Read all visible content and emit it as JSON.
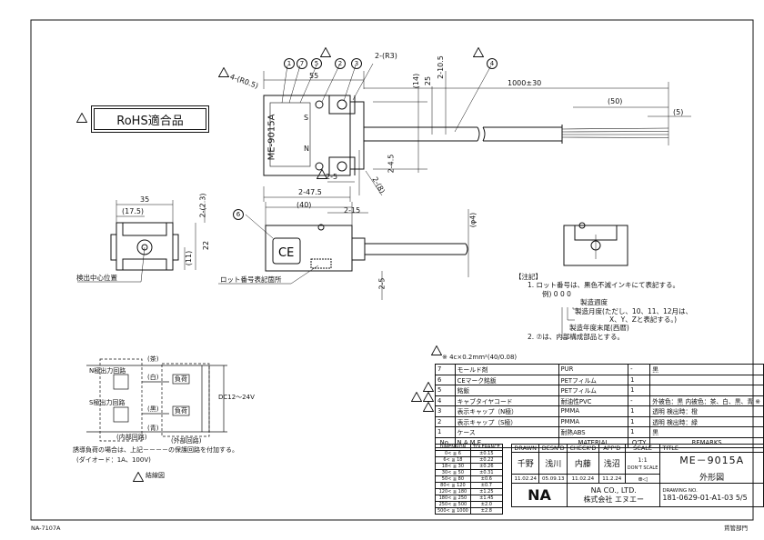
{
  "rohs_label": "RoHS適合品",
  "rev_mark": "2",
  "balloons": [
    "1",
    "7",
    "5",
    "2",
    "3",
    "4",
    "6"
  ],
  "dims": {
    "phi_r05": "4-(R0.5)",
    "d55": "55",
    "r3": "2-(R3)",
    "d14": "(14)",
    "d25": "25",
    "d105": "2-10.5",
    "cable_len": "1000±30",
    "d50": "(50)",
    "d5": "(5)",
    "d25b": "2-5",
    "d45": "2-4.5",
    "d475": "2-47.5",
    "d8": "2-(8)",
    "d35": "35",
    "d175": "(17.5)",
    "d23": "2-(2.3)",
    "d22": "22",
    "d11": "(11)",
    "d40": "(40)",
    "d15": "2-15",
    "dphi4": "(φ4)",
    "d25c": "2-5"
  },
  "part_label": "ME-9015A",
  "label_n": "N",
  "label_s": "S",
  "ce_mark": "CE",
  "callouts": {
    "center": "検出中心位置",
    "lot": "ロット番号表記箇所"
  },
  "notes": {
    "title": "【注記】",
    "n1": "1. ロット番号は、黒色不滅インキにて表記する。",
    "example": "例) 0 0 0",
    "e1": "製造週度",
    "e2": "製造月度(ただし、10、11、12月は、",
    "e3": "X、Y、Zと表記する。)",
    "e4": "製造年度末尾(西暦)",
    "n2": "2. ⑦は、内部構成部品とする。"
  },
  "cable_spec": "※  4c×0.2mm²(40/0.08)",
  "bom": [
    {
      "no": "7",
      "name": "モールド剤",
      "material": "PUR",
      "qty": "-",
      "remarks": "黒"
    },
    {
      "no": "6",
      "name": "CEマーク銘鈑",
      "material": "PETフィルム",
      "qty": "1",
      "remarks": ""
    },
    {
      "no": "5",
      "name": "銘鈑",
      "material": "PETフィルム",
      "qty": "1",
      "remarks": ""
    },
    {
      "no": "4",
      "name": "キャブタイヤコード",
      "material": "耐油性PVC",
      "qty": "-",
      "remarks": "外被色：黒  内被色：茶、白、黒、青 ※"
    },
    {
      "no": "3",
      "name": "表示キャップ（N極）",
      "material": "PMMA",
      "qty": "1",
      "remarks": "透明  検出時：橙"
    },
    {
      "no": "2",
      "name": "表示キャップ（S極）",
      "material": "PMMA",
      "qty": "1",
      "remarks": "透明  検出時：緑"
    },
    {
      "no": "1",
      "name": "ケース",
      "material": "耐熱ABS",
      "qty": "1",
      "remarks": "黒"
    }
  ],
  "bom_header": {
    "no": "No.",
    "name": "N A M E",
    "material": "MATERIAL",
    "qty": "Q'TY",
    "remarks": "REMARKS"
  },
  "tolerance": {
    "h1": "DIMENSION",
    "h2": "TOLERANCE",
    "rows": [
      [
        "0< ≦ 6",
        "±0.15"
      ],
      [
        "6< ≦ 18",
        "±0.22"
      ],
      [
        "18< ≦ 30",
        "±0.26"
      ],
      [
        "30< ≦ 50",
        "±0.31"
      ],
      [
        "50< ≦ 80",
        "±0.6"
      ],
      [
        "80< ≦ 120",
        "±0.7"
      ],
      [
        "120< ≦ 180",
        "±1.25"
      ],
      [
        "180< ≦ 250",
        "±1.45"
      ],
      [
        "250< ≦ 500",
        "±2.0"
      ],
      [
        "500< ≦ 1000",
        "±2.8"
      ]
    ]
  },
  "title_block": {
    "drawn": "DRAWN",
    "desnd": "DESN'D",
    "checkd": "CHECK'D",
    "appd": "APP'D",
    "scale": "SCALE",
    "title": "TITLE",
    "scale_val": "1:1",
    "dont_scale": "DON'T SCALE",
    "sig1": "千野",
    "sig2": "浅川",
    "sig3": "内藤",
    "sig4": "浅沼",
    "date1": "11.02.24",
    "date2": "05.09.13",
    "date3": "11.02.24",
    "date4": "11.2.24",
    "part": "ME－9015A",
    "name": "外形図",
    "company_en": "NA CO., LTD.",
    "company_jp": "株式会社  エヌエー",
    "drawing_no_label": "DRAWING NO.",
    "drawing_no": "181-0629-01-A1-03",
    "sheet": "5/5"
  },
  "circuit": {
    "n_circuit": "N極出力回路",
    "s_circuit": "S極出力回路",
    "internal": "(内部回路)",
    "external": "(外部回路)",
    "brown": "(茶)",
    "white": "(白)",
    "black": "(黒)",
    "blue": "(青)",
    "load": "負荷",
    "dc": "DC12～24V",
    "note1": "誘導負荷の場合は、上記－－－－の保護回路を付加する。",
    "note2": "(ダイオード：1A、100V)",
    "wiring": "結線図"
  },
  "footer_left": "NA-7107A",
  "footer_right": "賃管部門"
}
